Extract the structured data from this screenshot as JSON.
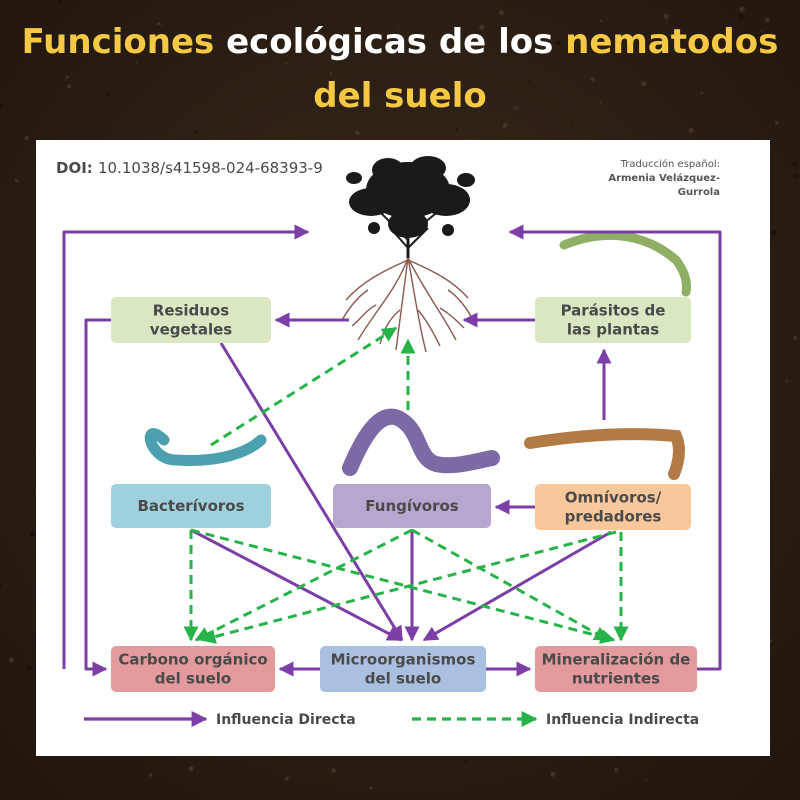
{
  "title": {
    "line1_part1": "Funciones",
    "line1_part2": "ecológicas de los",
    "line1_part3": "nematodos",
    "line2": "del suelo"
  },
  "doi": {
    "label": "DOI:",
    "value": "10.1038/s41598-024-68393-9"
  },
  "credit": {
    "line1": "Traducción español:",
    "line2": "Armenia Velázquez-",
    "line3": "Gurrola"
  },
  "colors": {
    "highlight": "#f6c945",
    "direct": "#7b3fa6",
    "indirect": "#27b24a",
    "green_box": "#d9e8c2",
    "blue_box": "#9fd0dd",
    "purple_box": "#b7a6cf",
    "orange_box": "#f8c79b",
    "red_box": "#e29a9c",
    "periwinkle_box": "#a9c0e0"
  },
  "nodes": [
    {
      "id": "residuos",
      "lines": [
        "Residuos",
        "vegetales"
      ]
    },
    {
      "id": "parasitos",
      "lines": [
        "Parásitos de",
        "las plantas"
      ]
    },
    {
      "id": "bacterivoros",
      "lines": [
        "Bacterívoros"
      ]
    },
    {
      "id": "fungivoros",
      "lines": [
        "Fungívoros"
      ]
    },
    {
      "id": "omnivoros",
      "lines": [
        "Omnívoros/",
        "predadores"
      ]
    },
    {
      "id": "carbono",
      "lines": [
        "Carbono orgánico",
        "del suelo"
      ]
    },
    {
      "id": "microorganismos",
      "lines": [
        "Microorganismos",
        "del suelo"
      ]
    },
    {
      "id": "mineralizacion",
      "lines": [
        "Mineralización de",
        "nutrientes"
      ]
    }
  ],
  "legend": {
    "direct": "Influencia Directa",
    "indirect": "Influencia Indirecta"
  },
  "icons": [
    "plant-icon",
    "nematode-icon"
  ]
}
